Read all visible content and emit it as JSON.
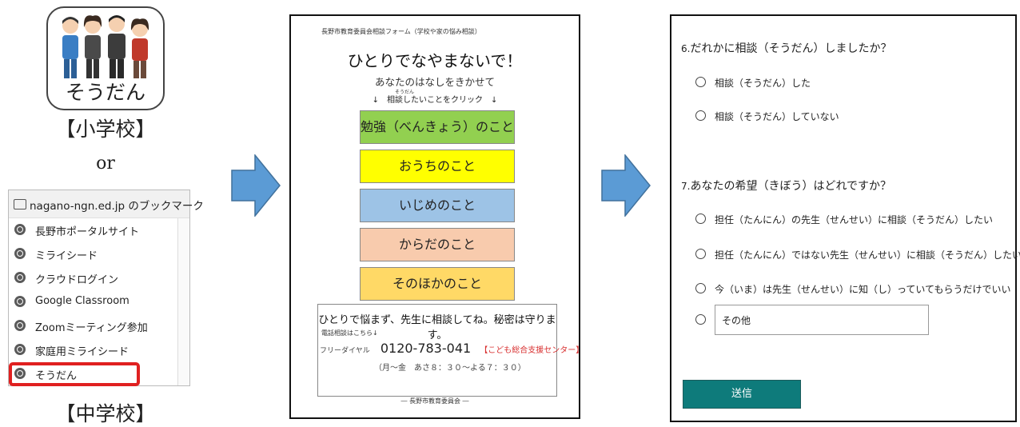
{
  "left": {
    "app_label": "そうだん",
    "elementary_label": "【小学校】",
    "or_label": "or",
    "junior_label": "【中学校】",
    "bookmarks": {
      "header": "nagano-ngn.ed.jp のブックマーク",
      "items": [
        {
          "label": "長野市ポータルサイト"
        },
        {
          "label": "ミライシード"
        },
        {
          "label": "クラウドログイン"
        },
        {
          "label": "Google Classroom"
        },
        {
          "label": "Zoomミーティング参加"
        },
        {
          "label": "家庭用ミライシード"
        },
        {
          "label": "そうだん"
        }
      ]
    }
  },
  "form_top": {
    "small_heading": "長野市教育委員会相談フォーム（学校や家の悩み相談）",
    "title": "ひとりでなやまないで！",
    "subtitle": "あなたのはなしをきかせて",
    "ruby": "そうだん",
    "guide": "↓　相談したいことをクリック　↓",
    "buttons": [
      {
        "label": "勉強（べんきょう）のこと",
        "color": "#92d050"
      },
      {
        "label": "おうちのこと",
        "color": "#ffff00"
      },
      {
        "label": "いじめのこと",
        "color": "#9dc3e6"
      },
      {
        "label": "からだのこと",
        "color": "#f8cbad"
      },
      {
        "label": "そのほかのこと",
        "color": "#ffd966"
      }
    ],
    "contact": {
      "line1": "ひとりで悩まず、先生に相談してね。秘密は守ります。",
      "line2": "電話相談はこちら↓",
      "free_dial": "フリーダイヤル",
      "tel": "0120-783-041",
      "org": "【こども総合支援センター】",
      "hours": "（月～金　あさ８：３０～よる７：３０）"
    },
    "footer": "― 長野市教育委員会 ―"
  },
  "form_questions": {
    "q6": {
      "num": "6.",
      "text": "だれかに相談（そうだん）しましたか？",
      "options": [
        "相談（そうだん）した",
        "相談（そうだん）していない"
      ]
    },
    "q7": {
      "num": "7.",
      "text": "あなたの希望（きぼう）はどれですか？",
      "options": [
        "担任（たんにん）の先生（せんせい）に相談（そうだん）したい",
        "担任（たんにん）ではない先生（せんせい）に相談（そうだん）したい",
        "今（いま）は先生（せんせい）に知（し）っていてもらうだけでいい"
      ],
      "other_value": "その他"
    },
    "submit_label": "送信"
  },
  "colors": {
    "submit": "#0e7b7b",
    "arrow": "#5b9bd5",
    "highlight": "#e02020"
  }
}
